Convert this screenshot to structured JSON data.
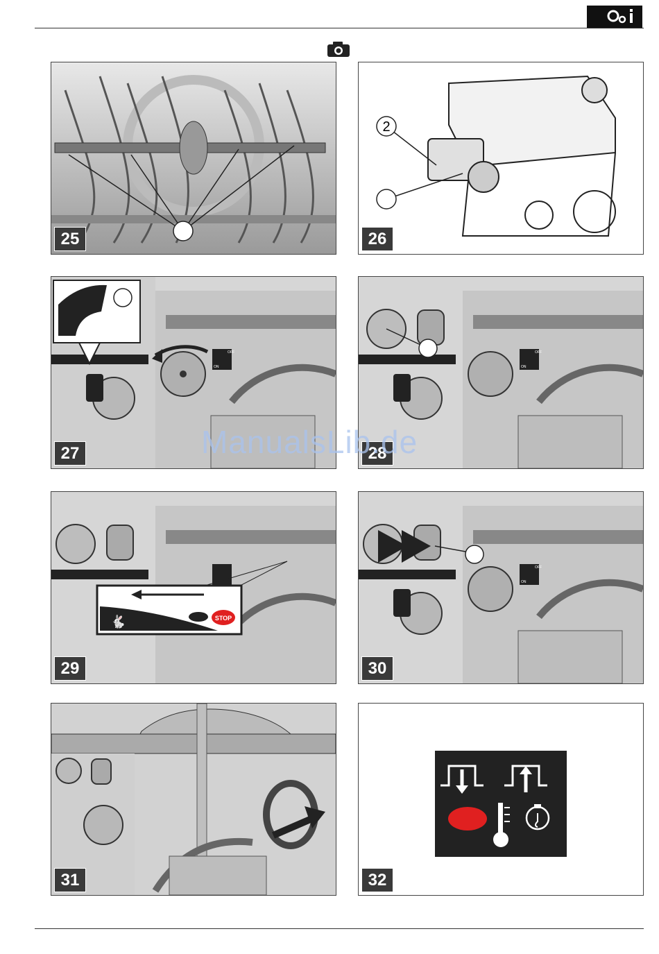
{
  "header": {
    "badge_icon": "settings-info-icon"
  },
  "camera_icon": "camera-icon",
  "figures": [
    {
      "number": "25",
      "callouts": [
        ""
      ]
    },
    {
      "number": "26",
      "callouts": [
        "2",
        ""
      ]
    },
    {
      "number": "27",
      "callouts": [
        ""
      ],
      "dial_labels": [
        "OFF",
        "ON"
      ]
    },
    {
      "number": "28",
      "callouts": [
        ""
      ],
      "dial_labels": [
        "OFF",
        "ON"
      ]
    },
    {
      "number": "29",
      "inset_label": "STOP"
    },
    {
      "number": "30",
      "callouts": [
        ""
      ],
      "dial_labels": [
        "OFF",
        "ON"
      ]
    },
    {
      "number": "31"
    },
    {
      "number": "32"
    }
  ],
  "watermark": "ManualsLib.de",
  "colors": {
    "figure_badge": "#3a3a3a",
    "stop_red": "#e02020",
    "panel_dark": "#222222",
    "watermark": "#a9c3ee"
  }
}
